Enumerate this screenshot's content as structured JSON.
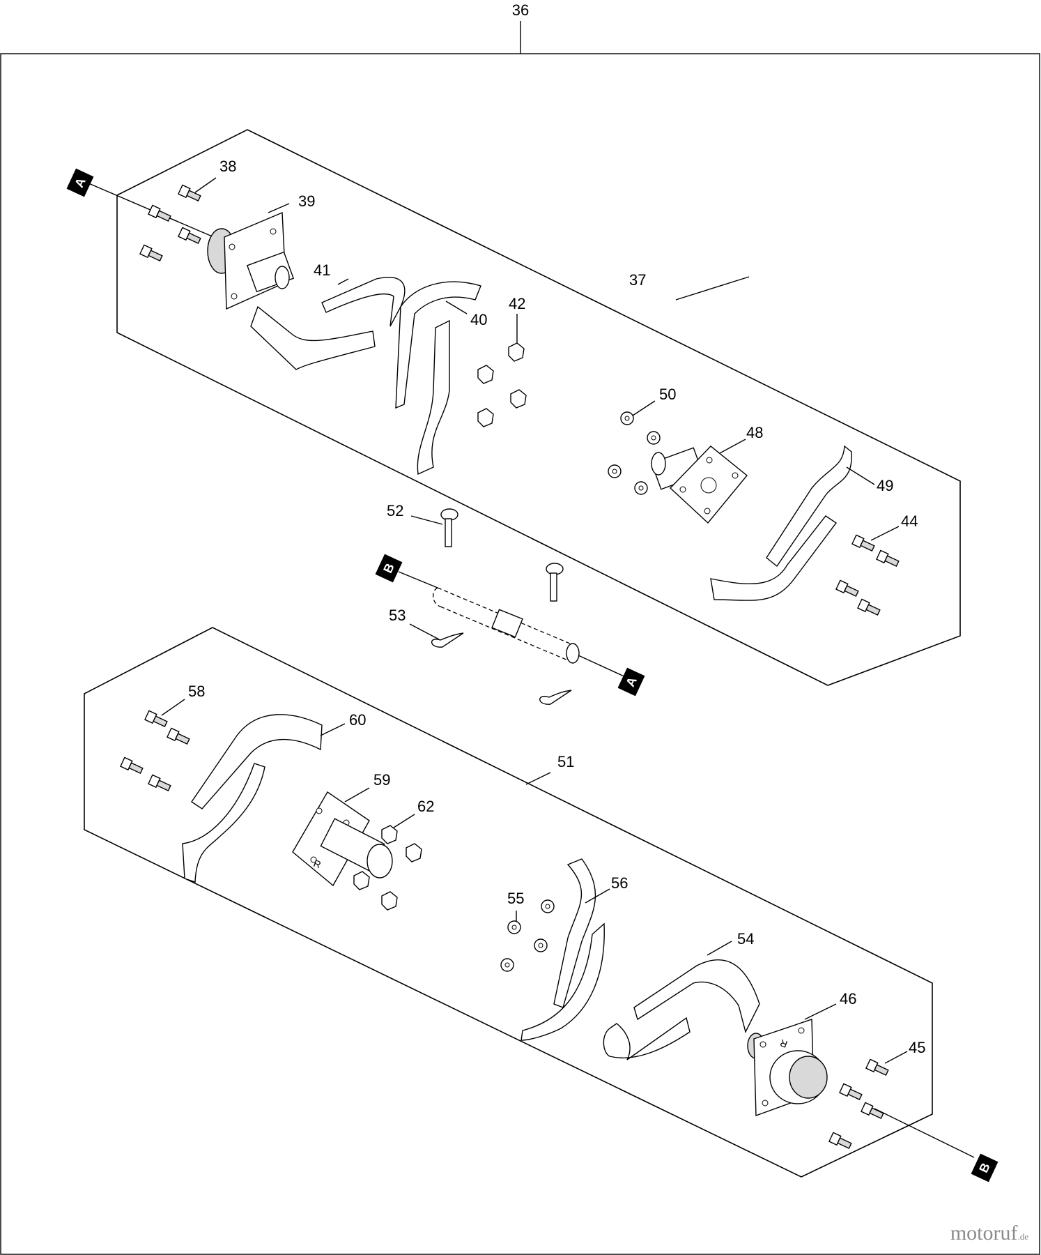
{
  "diagram": {
    "assembly_label": "36",
    "groups": [
      {
        "id": "upper",
        "label": "37"
      },
      {
        "id": "lower",
        "label": "51"
      }
    ],
    "callouts": [
      "38",
      "39",
      "40",
      "41",
      "42",
      "44",
      "45",
      "46",
      "48",
      "49",
      "50",
      "52",
      "53",
      "54",
      "55",
      "56",
      "58",
      "59",
      "60",
      "62"
    ],
    "references": [
      "A",
      "B",
      "A",
      "B"
    ],
    "flange_mark": "R"
  },
  "watermark": {
    "text": "motoruf",
    "suffix": ".de"
  }
}
